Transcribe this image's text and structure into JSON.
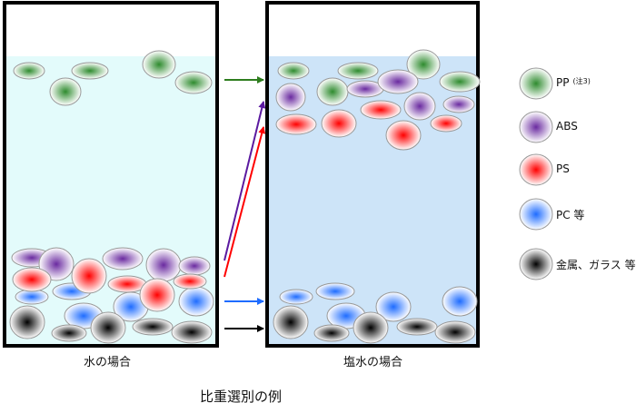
{
  "captions": {
    "water": "水の場合",
    "saltwater": "塩水の場合",
    "title": "比重選別の例"
  },
  "legend": [
    {
      "key": "pp",
      "label": "PP",
      "note": "(注3)",
      "color": "#2e8b2e"
    },
    {
      "key": "abs",
      "label": "ABS",
      "color": "#6a2aa0"
    },
    {
      "key": "ps",
      "label": "PS",
      "color": "#ff0000"
    },
    {
      "key": "pc",
      "label": "PC 等",
      "color": "#1e6cff"
    },
    {
      "key": "metal",
      "label": "金属、ガラス 等",
      "color": "#000000"
    }
  ],
  "colors": {
    "water": "#e3fbfb",
    "saltwater": "#cde4f8",
    "arrow_green": "#2e7d1e",
    "arrow_purple": "#5b1aa0",
    "arrow_red": "#ff0000",
    "arrow_blue": "#1e6cff",
    "arrow_black": "#000000"
  }
}
